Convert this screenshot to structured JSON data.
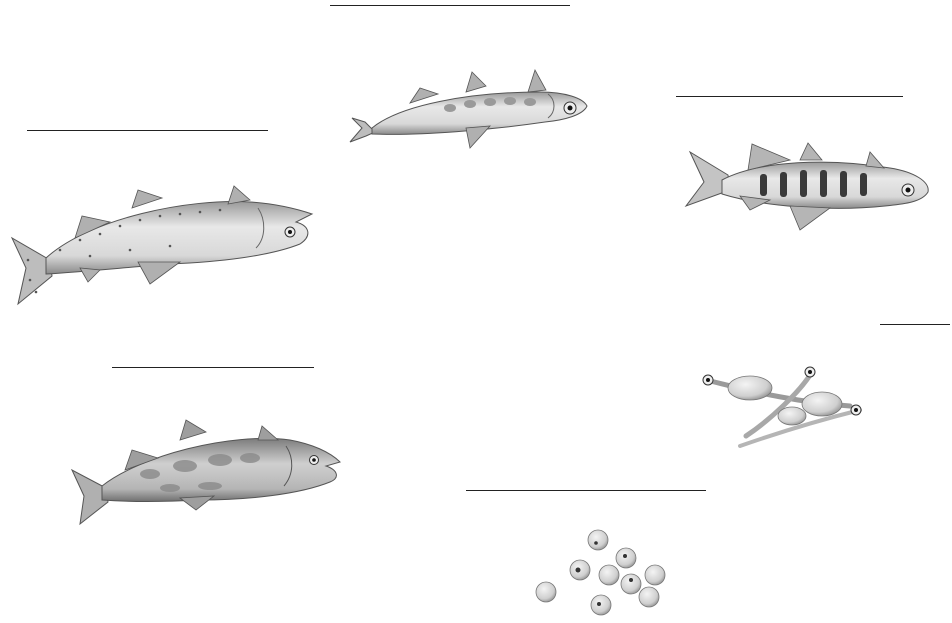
{
  "diagram": {
    "kind": "salmon life cycle worksheet",
    "stages": [
      {
        "id": "adult-ocean",
        "label": ""
      },
      {
        "id": "spawning-adult",
        "label": ""
      },
      {
        "id": "smolt",
        "label": ""
      },
      {
        "id": "parr",
        "label": ""
      },
      {
        "id": "alevin",
        "label": ""
      },
      {
        "id": "eggs",
        "label": ""
      }
    ],
    "colors": {
      "line": "#222222",
      "fish_light": "#e9e9e9",
      "fish_mid": "#bdbdbd",
      "fish_dark": "#555555",
      "parr_mark": "#3a3a3a"
    }
  }
}
